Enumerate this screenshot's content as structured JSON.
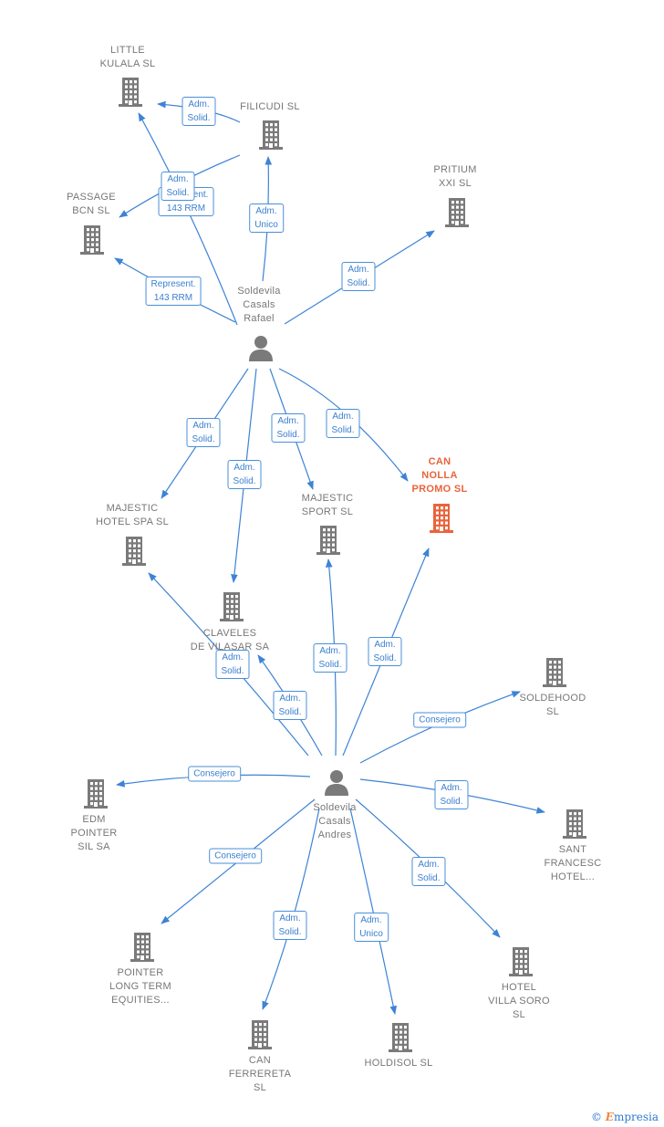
{
  "colors": {
    "edge": "#3d83d6",
    "icon": "#7a7a7a",
    "highlight": "#e9643b"
  },
  "nodes": [
    {
      "id": "little",
      "label": "LITTLE\nKULALA  SL",
      "type": "company"
    },
    {
      "id": "filicudi",
      "label": "FILICUDI SL",
      "type": "company"
    },
    {
      "id": "pritium",
      "label": "PRITIUM\nXXI SL",
      "type": "company"
    },
    {
      "id": "passage",
      "label": "PASSAGE\nBCN  SL",
      "type": "company"
    },
    {
      "id": "rafael",
      "label": "Soldevila\nCasals\nRafael",
      "type": "person"
    },
    {
      "id": "cannolla",
      "label": "CAN\nNOLLA\nPROMO  SL",
      "type": "company",
      "highlight": true
    },
    {
      "id": "majhotel",
      "label": "MAJESTIC\nHOTEL SPA SL",
      "type": "company"
    },
    {
      "id": "majsport",
      "label": "MAJESTIC\nSPORT SL",
      "type": "company"
    },
    {
      "id": "claveles",
      "label": "CLAVELES\nDE VILASAR SA",
      "type": "company"
    },
    {
      "id": "soldehood",
      "label": "SOLDEHOOD\nSL",
      "type": "company"
    },
    {
      "id": "andres",
      "label": "Soldevila\nCasals\nAndres",
      "type": "person"
    },
    {
      "id": "edm",
      "label": "EDM\nPOINTER\nSIL SA",
      "type": "company"
    },
    {
      "id": "santfrancesc",
      "label": "SANT\nFRANCESC\nHOTEL...",
      "type": "company"
    },
    {
      "id": "pointer",
      "label": "POINTER\nLONG TERM\nEQUITIES...",
      "type": "company"
    },
    {
      "id": "villasoro",
      "label": "HOTEL\nVILLA SORO\nSL",
      "type": "company"
    },
    {
      "id": "canferrereta",
      "label": "CAN\nFERRERETA\nSL",
      "type": "company"
    },
    {
      "id": "holdisol",
      "label": "HOLDISOL  SL",
      "type": "company"
    }
  ],
  "edges": [
    {
      "from": "filicudi",
      "to": "little",
      "label": "Adm.\nSolid."
    },
    {
      "from": "rafael",
      "to": "little",
      "label": "Represent.\n143 RRM"
    },
    {
      "from": "filicudi",
      "to": "passage",
      "label": "Adm.\nSolid."
    },
    {
      "from": "rafael",
      "to": "filicudi",
      "label": "Adm.\nUnico"
    },
    {
      "from": "rafael",
      "to": "passage",
      "label": "Represent.\n143 RRM"
    },
    {
      "from": "rafael",
      "to": "pritium",
      "label": "Adm.\nSolid."
    },
    {
      "from": "rafael",
      "to": "majhotel",
      "label": "Adm.\nSolid."
    },
    {
      "from": "rafael",
      "to": "claveles",
      "label": "Adm.\nSolid."
    },
    {
      "from": "rafael",
      "to": "majsport",
      "label": "Adm.\nSolid."
    },
    {
      "from": "rafael",
      "to": "cannolla",
      "label": "Adm.\nSolid."
    },
    {
      "from": "andres",
      "to": "majhotel",
      "label": "Adm.\nSolid."
    },
    {
      "from": "andres",
      "to": "claveles",
      "label": "Adm.\nSolid."
    },
    {
      "from": "andres",
      "to": "majsport",
      "label": "Adm.\nSolid."
    },
    {
      "from": "andres",
      "to": "cannolla",
      "label": "Adm.\nSolid."
    },
    {
      "from": "andres",
      "to": "soldehood",
      "label": "Consejero"
    },
    {
      "from": "andres",
      "to": "edm",
      "label": "Consejero"
    },
    {
      "from": "andres",
      "to": "santfrancesc",
      "label": "Adm.\nSolid."
    },
    {
      "from": "andres",
      "to": "pointer",
      "label": "Consejero"
    },
    {
      "from": "andres",
      "to": "villasoro",
      "label": "Adm.\nSolid."
    },
    {
      "from": "andres",
      "to": "canferrereta",
      "label": "Adm.\nSolid."
    },
    {
      "from": "andres",
      "to": "holdisol",
      "label": "Adm.\nUnico"
    }
  ],
  "footer": {
    "copyright": "©",
    "brand_initial": "E",
    "brand_rest": "mpresia"
  }
}
